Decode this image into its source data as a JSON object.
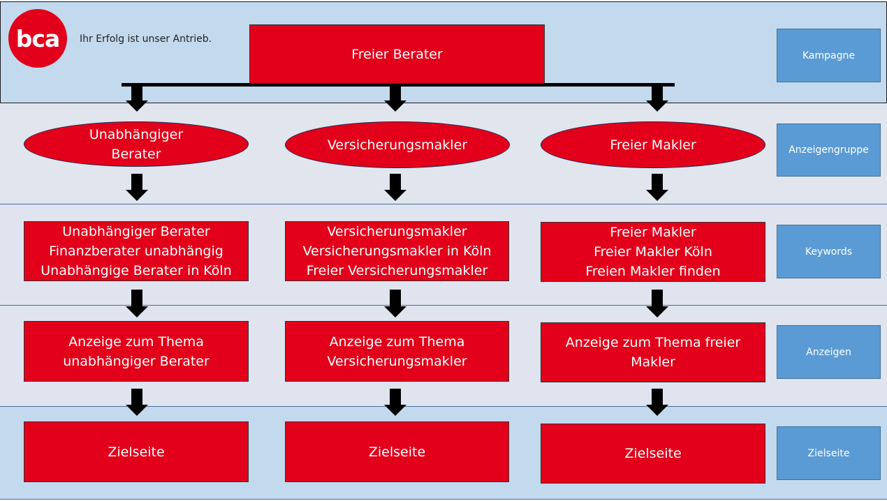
{
  "header": {
    "logo_text": "bca",
    "tagline": "Ihr Erfolg ist unser Antrieb."
  },
  "colors": {
    "node": "#e2001a",
    "label": "#5b9bd5",
    "arrow": "#000000"
  },
  "campaign": "Freier Berater",
  "levels": [
    "Kampagne",
    "Anzeigengruppe",
    "Keywords",
    "Anzeigen",
    "Zielseite"
  ],
  "columns": [
    {
      "ad_group": "Unabhängiger\nBerater",
      "keywords": "Unabhängiger Berater\nFinanzberater unabhängig\nUnabhängige Berater in Köln",
      "ad": "Anzeige zum Thema\nunabhängiger Berater",
      "landing": "Zielseite"
    },
    {
      "ad_group": "Versicherungsmakler",
      "keywords": "Versicherungsmakler\nVersicherungsmakler in Köln\nFreier Versicherungsmakler",
      "ad": "Anzeige zum Thema\nVersicherungsmakler",
      "landing": "Zielseite"
    },
    {
      "ad_group": "Freier Makler",
      "keywords": "Freier Makler\nFreier Makler Köln\nFreien Makler finden",
      "ad": "Anzeige zum Thema freier\nMakler",
      "landing": "Zielseite"
    }
  ]
}
